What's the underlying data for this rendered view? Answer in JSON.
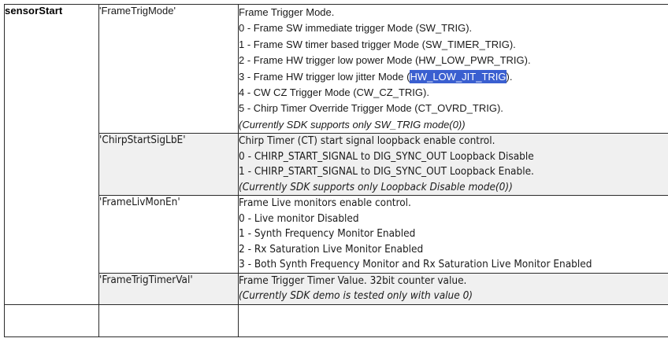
{
  "table": {
    "group_label": "sensorStart",
    "rows": [
      {
        "param": "'FrameTrigMode'",
        "shaded": false,
        "narrow": false,
        "lines": [
          {
            "text": "Frame Trigger Mode.",
            "italic": false
          },
          {
            "text": "0 - Frame SW immediate trigger Mode (SW_TRIG).",
            "italic": false
          },
          {
            "text": "1 - Frame SW timer based trigger Mode (SW_TIMER_TRIG).",
            "italic": false
          },
          {
            "text": "2 - Frame HW trigger low power Mode (HW_LOW_PWR_TRIG).",
            "italic": false
          },
          {
            "italic": false,
            "pre": "3 - Frame HW trigger low jitter Mode (",
            "selection": "HW_LOW_JIT_TRIG",
            "post": ")."
          },
          {
            "text": "4 - CW CZ Trigger Mode (CW_CZ_TRIG).",
            "italic": false
          },
          {
            "text": "5 - Chirp Timer Override Trigger Mode (CT_OVRD_TRIG).",
            "italic": false
          },
          {
            "text": "(Currently SDK supports only SW_TRIG mode(0))",
            "italic": true
          }
        ]
      },
      {
        "param": "'ChirpStartSigLbE'",
        "shaded": true,
        "narrow": true,
        "lines": [
          {
            "text": "Chirp Timer (CT) start signal loopback enable control.",
            "italic": false
          },
          {
            "text": "0 - CHIRP_START_SIGNAL to DIG_SYNC_OUT Loopback Disable",
            "italic": false
          },
          {
            "text": "1 - CHIRP_START_SIGNAL to DIG_SYNC_OUT Loopback Enable.",
            "italic": false
          },
          {
            "text": "(Currently SDK supports only Loopback Disable mode(0))",
            "italic": true
          }
        ]
      },
      {
        "param": "'FrameLivMonEn'",
        "shaded": false,
        "narrow": true,
        "lines": [
          {
            "text": "Frame Live monitors enable control.",
            "italic": false
          },
          {
            "text": "0 - Live monitor Disabled",
            "italic": false
          },
          {
            "text": "1 - Synth Frequency Monitor Enabled",
            "italic": false
          },
          {
            "text": "2 - Rx Saturation Live Monitor Enabled",
            "italic": false
          },
          {
            "text": "3 - Both Synth Frequency Monitor and Rx Saturation Live Monitor Enabled",
            "italic": false
          }
        ]
      },
      {
        "param": "'FrameTrigTimerVal'",
        "shaded": true,
        "narrow": true,
        "lines": [
          {
            "text": "Frame Trigger Timer Value. 32bit counter value.",
            "italic": false
          },
          {
            "text": "(Currently SDK demo is tested only with value 0)",
            "italic": true
          }
        ]
      }
    ]
  },
  "colors": {
    "selection_background": "#3a5fd0",
    "selection_text": "#ffffff",
    "shaded_row_background": "#f0f0f0",
    "border": "#2b2b2b",
    "text": "#1a1a1a"
  }
}
